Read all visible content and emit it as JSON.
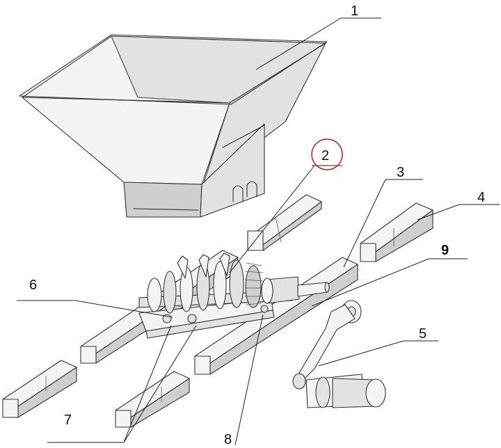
{
  "labels": {
    "l1": "1",
    "l2": "2",
    "l3": "3",
    "l4": "4",
    "l5": "5",
    "l6": "6",
    "l7": "7",
    "l8": "8",
    "l9": "9"
  },
  "colors": {
    "highlight_circle": "#d42020",
    "line": "#333333"
  }
}
